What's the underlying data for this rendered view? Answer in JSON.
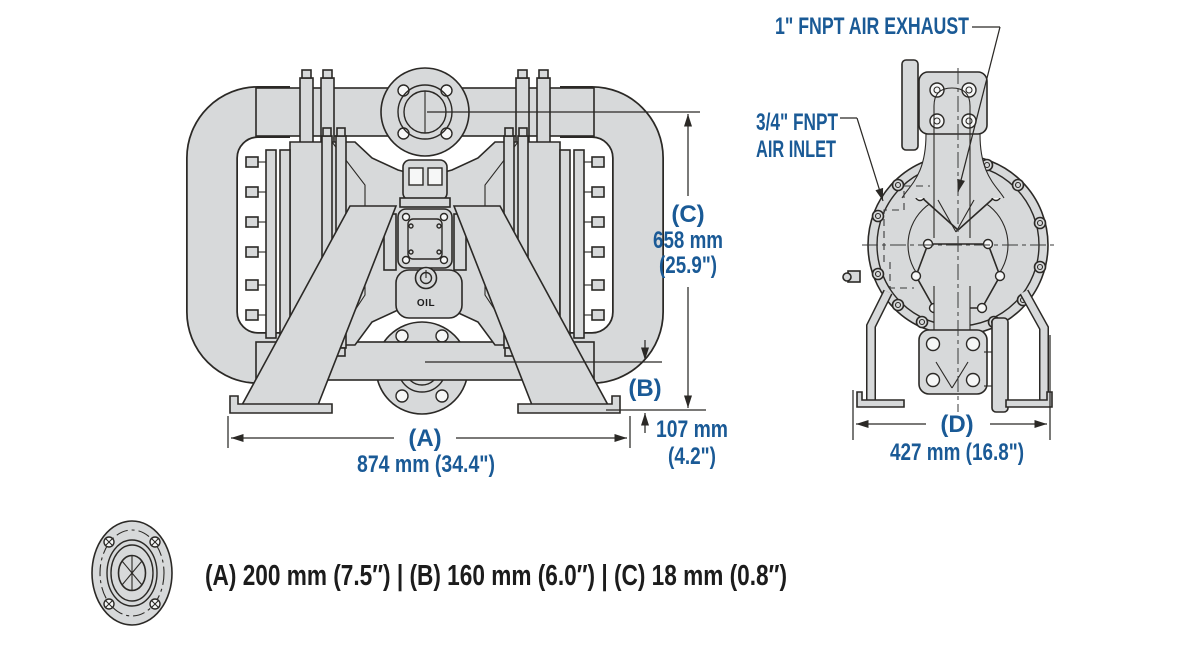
{
  "drawing": {
    "front_view": {
      "oil_label": "OIL",
      "dim_a_label": "(A)",
      "dim_a_value": "874 mm (34.4\")",
      "dim_b_label": "(B)",
      "dim_b_value_mm": "107 mm",
      "dim_b_value_in": "(4.2\")",
      "dim_c_label": "(C)",
      "dim_c_value_mm": "658 mm",
      "dim_c_value_in": "(25.9\")"
    },
    "side_view": {
      "air_exhaust_label": "1\" FNPT AIR EXHAUST",
      "air_inlet_label_line1": "3/4\" FNPT",
      "air_inlet_label_line2": "AIR INLET",
      "dim_d_label": "(D)",
      "dim_d_value": "427 mm (16.8\")"
    },
    "legend": {
      "flange_spec": "(A) 200 mm (7.5″) | (B) 160 mm (6.0″) | (C) 18 mm (0.8″)"
    },
    "colors": {
      "label_blue": "#1a5a96",
      "body_fill": "#d7d9da",
      "line": "#2b2926"
    }
  }
}
